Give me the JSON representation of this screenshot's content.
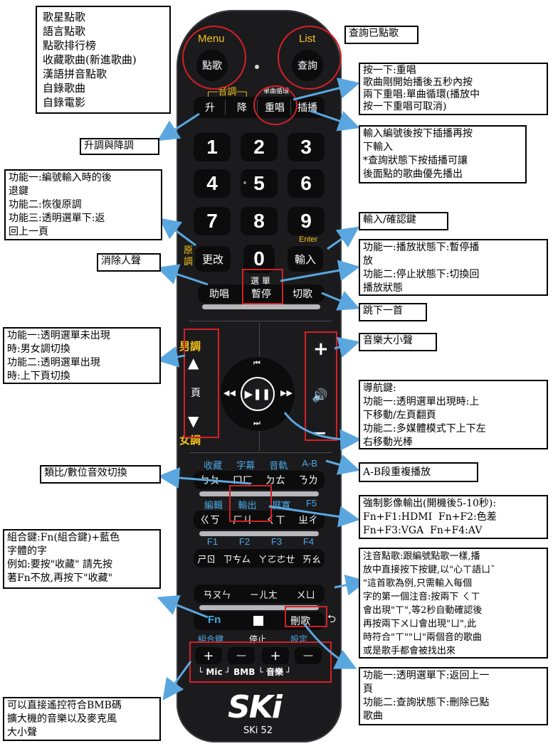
{
  "remote": {
    "menu_label": "Menu",
    "list_label": "List",
    "btn_diange": "點歌",
    "btn_chaxun": "查詢",
    "pitch_label": "音調",
    "single_loop_label": "單曲循環",
    "btn_sheng": "升",
    "btn_jiang": "降",
    "btn_chongchang": "重唱",
    "btn_chabo": "插播",
    "numbers": [
      "1",
      "2",
      "3",
      "4",
      "5",
      "6",
      "7",
      "8",
      "9",
      "0"
    ],
    "enter_label": "Enter",
    "restore_label": "原調",
    "btn_genggai": "更改",
    "btn_shuru": "輸入",
    "menu_select_label": "選 單",
    "btn_zhuchang": "助唱",
    "btn_zanting": "暫停",
    "btn_qiege": "切歌",
    "male_label": "男調",
    "page_label": "頁",
    "female_label": "女調",
    "vol_plus": "+",
    "vol_minus": "—",
    "func_row1_labels": [
      "收藏",
      "字幕",
      "音軌",
      "A-B"
    ],
    "func_row1_keys": [
      "ㄅㄆ",
      "ㄇㄈ",
      "ㄉㄊ",
      "ㄋㄌ"
    ],
    "func_row2_labels": [
      "編輯",
      "輸出",
      "屏寬",
      "F5"
    ],
    "func_row2_keys": [
      "ㄍㄎ",
      "ㄏㄐ",
      "ㄑㄒ",
      "ㄓㄔ"
    ],
    "func_row3_labels": [
      "F1",
      "F2",
      "F3",
      "F4"
    ],
    "func_row3_keys": [
      "ㄕㄖ",
      "ㄗㄘㄙ",
      "ㄚㄛㄜㄝ",
      "ㄞㄠ"
    ],
    "row4_keys": [
      "ㄢㄡㄣ",
      "ㄧㄦㄤ",
      "ㄨㄩ"
    ],
    "btn_fn": "Fn",
    "btn_shange": "刪歌",
    "combo_label": "組合鍵",
    "stop_label": "停止",
    "setting_label": "設定",
    "mic_plus": "+",
    "mic_minus": "—",
    "bmb_label": "└ Mic ┘ BMB └ 音樂 ┘",
    "brand": "SKi",
    "model": "SKi 52"
  },
  "annotations": {
    "song_menu": "歌星點歌\n語言點歌\n點歌排行榜\n收藏歌曲(新進歌曲)\n漢語拼音點歌\n自錄歌曲\n自錄電影",
    "query": "查詢已點歌",
    "repeat": "按一下:重唱\n歌曲剛開始播後五秒內按\n兩下重唱:單曲循環(播放中\n按一下重唱可取消)",
    "pitch": "升調與降調",
    "insert": "輸入編號後按下插播再按\n下輸入\n*查詢狀態下按插播可讓\n後面點的歌曲優先播出",
    "change": "功能一:編號輸入時的後\n退鍵\n功能二:恢復原調\n功能三:透明選單下:返\n回上一頁",
    "enter": "輸入/確認鍵",
    "pause": "功能一:播放狀態下:暫停播\n放\n功能二:停止狀態下:切換回\n播放狀態",
    "vocal": "消除人聲",
    "skip": "跳下一首",
    "volume": "音樂大小聲",
    "gender": "功能一:透明選單未出現\n時:男女調切換\n功能二:透明選單出現\n時:上下頁切換",
    "nav": "導航鍵:\n功能一:透明選單出現時:上\n下移動/左頁翻頁\n功能二:多媒體模式下上下左\n右移動光棒",
    "ab": "A-B段重複播放",
    "audio": "類比/數位音效切換",
    "output": "強制影像輸出(開機後5-10秒):\nFn+F1:HDMI  Fn+F2:色差\nFn+F3:VGA  Fn+F4:AV",
    "fn": "組合鍵:Fn(組合鍵)+藍色\n字體的字\n例如:要按\"收藏\" 請先按\n著Fn不放,再按下\"收藏\"",
    "zhuyin": "注音點歌:跟編號點歌一樣,播\n放中直接按下按鍵,以\"心ㄒ語ㄩˇ\n\"這首歌為例,只需輸入每個\n字的第一個注音:按兩下 ㄑㄒ\n會出現\"ㄒ\",等2秒自動確認後\n再按兩下ㄨㄩ會出現\"ㄩ\",此\n時符合\"ㄒ\"\"ㄩ\"兩個音的歌曲\n或是歌手都會被找出來",
    "delete": "功能一:透明選單下:返回上一\n頁\n功能二:查詢狀態下:刪除已點\n歌曲",
    "bmb": "可以直接遙控符合BMB碼\n擴大機的音樂以及麥克風\n大小聲"
  },
  "colors": {
    "remote_body": "#1b1b1d",
    "button": "#0c0c0d",
    "accent_yellow": "#f3c318",
    "accent_blue": "#4aa8e6",
    "highlight_red": "#d32026",
    "arrow_blue": "#5aa7e0"
  }
}
